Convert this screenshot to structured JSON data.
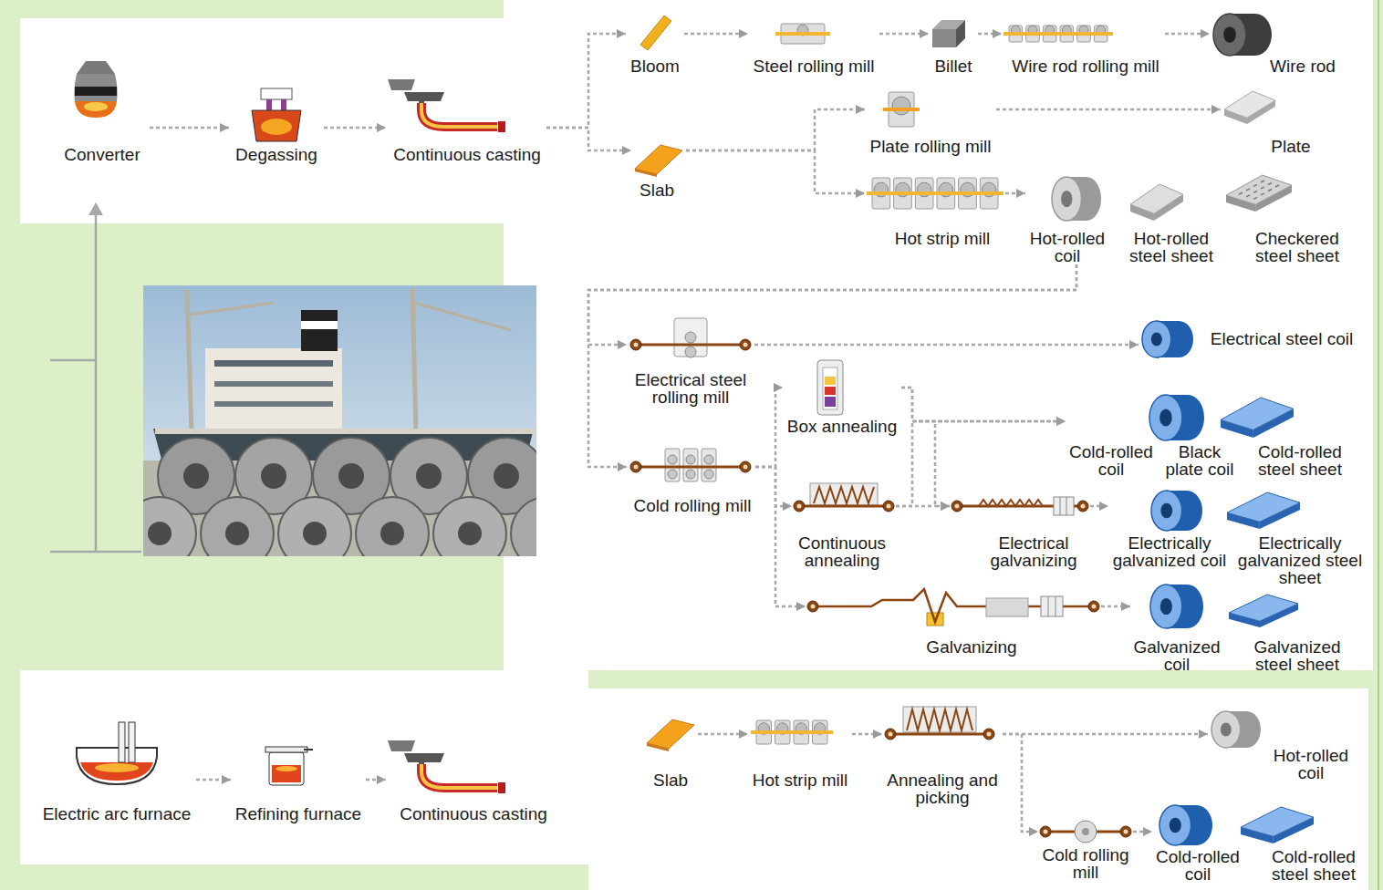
{
  "diagram": {
    "nodes": [
      {
        "text": [
          "Converter"
        ]
      },
      {
        "text": [
          "Degassing"
        ]
      },
      {
        "text": [
          "Continuous casting"
        ]
      },
      {
        "text": [
          "Bloom"
        ]
      },
      {
        "text": [
          "Steel rolling mill"
        ]
      },
      {
        "text": [
          "Billet"
        ]
      },
      {
        "text": [
          "Wire rod rolling mill"
        ]
      },
      {
        "text": [
          "Wire rod"
        ]
      },
      {
        "text": [
          "Slab"
        ]
      },
      {
        "text": [
          "Plate rolling mill"
        ]
      },
      {
        "text": [
          "Plate"
        ]
      },
      {
        "text": [
          "Hot strip mill"
        ]
      },
      {
        "text": [
          "Hot-rolled coil"
        ]
      },
      {
        "text": [
          "Hot-rolled steel sheet"
        ]
      },
      {
        "text": [
          "Checkered steel sheet"
        ]
      },
      {
        "text": [
          "Electrical steel rolling mill"
        ]
      },
      {
        "text": [
          "Electrical steel coil"
        ]
      },
      {
        "text": [
          "Cold rolling mill"
        ]
      },
      {
        "text": [
          "Box annealing"
        ]
      },
      {
        "text": [
          "Continuous annealing"
        ]
      },
      {
        "text": [
          "Cold-rolled coil"
        ]
      },
      {
        "text": [
          "Black plate coil"
        ]
      },
      {
        "text": [
          "Cold-rolled steel sheet"
        ]
      },
      {
        "text": [
          "Electrical galvanizing"
        ]
      },
      {
        "text": [
          "Electrically galvanized coil"
        ]
      },
      {
        "text": [
          "Electrically galvanized steel sheet"
        ]
      },
      {
        "text": [
          "Galvanizing"
        ]
      },
      {
        "text": [
          "Galvanized coil"
        ]
      },
      {
        "text": [
          "Galvanized steel sheet"
        ]
      },
      {
        "text": [
          "Electric arc furnace"
        ]
      },
      {
        "text": [
          "Refining furnace"
        ]
      },
      {
        "text": [
          "Continuous casting"
        ]
      },
      {
        "text": [
          "Slab"
        ]
      },
      {
        "text": [
          "Hot strip mill"
        ]
      },
      {
        "text": [
          "Annealing and picking"
        ]
      },
      {
        "text": [
          "Hot-rolled coil"
        ]
      },
      {
        "text": [
          "Cold rolling mill"
        ]
      },
      {
        "text": [
          "Cold-rolled coil"
        ]
      },
      {
        "text": [
          "Cold-rolled steel sheet"
        ]
      }
    ],
    "edges": [
      {
        "from": 0,
        "to": 1,
        "arrow": "to"
      },
      {
        "from": 1,
        "to": 2,
        "arrow": "to"
      },
      {
        "from": 2,
        "to": 3,
        "arrow": "to"
      },
      {
        "from": 2,
        "to": 8,
        "arrow": "to"
      },
      {
        "from": 3,
        "to": 4,
        "arrow": "to"
      },
      {
        "from": 4,
        "to": 5,
        "arrow": "to"
      },
      {
        "from": 5,
        "to": 6,
        "arrow": "to"
      },
      {
        "from": 6,
        "to": 7,
        "arrow": "to"
      },
      {
        "from": 8,
        "to": 9,
        "arrow": "to"
      },
      {
        "from": 8,
        "to": 11,
        "arrow": "to"
      },
      {
        "from": 9,
        "to": 10,
        "arrow": "to"
      },
      {
        "from": 11,
        "to": 12,
        "arrow": "to"
      },
      {
        "from": 12,
        "to": 15,
        "arrow": "to"
      },
      {
        "from": 12,
        "to": 17,
        "arrow": "to"
      },
      {
        "from": 15,
        "to": 16,
        "arrow": "to"
      },
      {
        "from": 17,
        "to": 18,
        "arrow": "to"
      },
      {
        "from": 17,
        "to": 19,
        "arrow": "to"
      },
      {
        "from": 17,
        "to": 26,
        "arrow": "to"
      },
      {
        "from": 18,
        "to": 20,
        "arrow": "to"
      },
      {
        "from": 19,
        "to": 20,
        "arrow": "to"
      },
      {
        "from": 18,
        "to": 23,
        "arrow": "to"
      },
      {
        "from": 19,
        "to": 23,
        "arrow": "to"
      },
      {
        "from": 23,
        "to": 24,
        "arrow": "to"
      },
      {
        "from": 26,
        "to": 27,
        "arrow": "to"
      },
      {
        "from": 29,
        "to": 30,
        "arrow": "to"
      },
      {
        "from": 30,
        "to": 31,
        "arrow": "to"
      },
      {
        "from": 32,
        "to": 33,
        "arrow": "to"
      },
      {
        "from": 33,
        "to": 34,
        "arrow": "to"
      },
      {
        "from": 34,
        "to": 35,
        "arrow": "to"
      },
      {
        "from": 34,
        "to": 36,
        "arrow": "to"
      },
      {
        "from": 36,
        "to": 37,
        "arrow": "to"
      }
    ]
  }
}
